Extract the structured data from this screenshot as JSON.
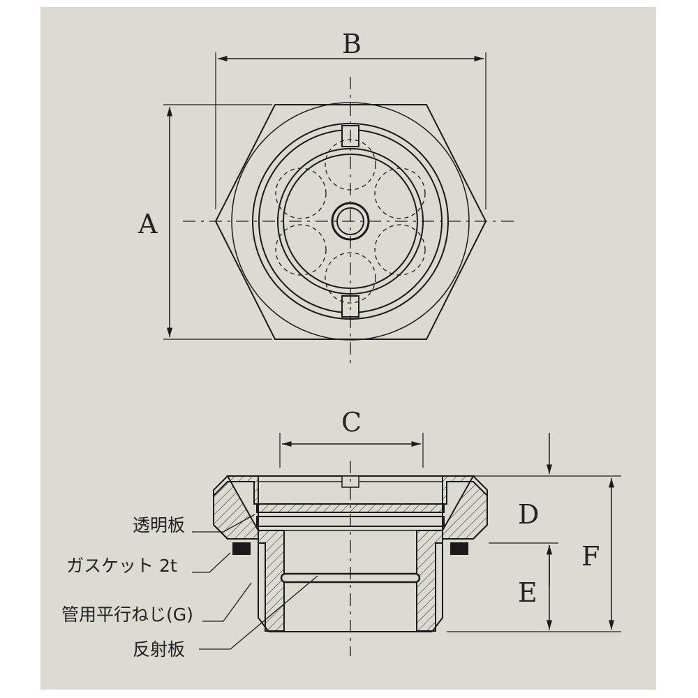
{
  "drawing": {
    "dimensions": {
      "a": "A",
      "b": "B",
      "c": "C",
      "d": "D",
      "e": "E",
      "f": "F"
    },
    "callouts": {
      "transparent_plate": "透明板",
      "gasket": "ガスケット 2t",
      "pipe_thread": "管用平行ねじ(G)",
      "reflector": "反射板"
    }
  },
  "colors": {
    "background": "#dcdad1",
    "line": "#1a1a1a"
  }
}
